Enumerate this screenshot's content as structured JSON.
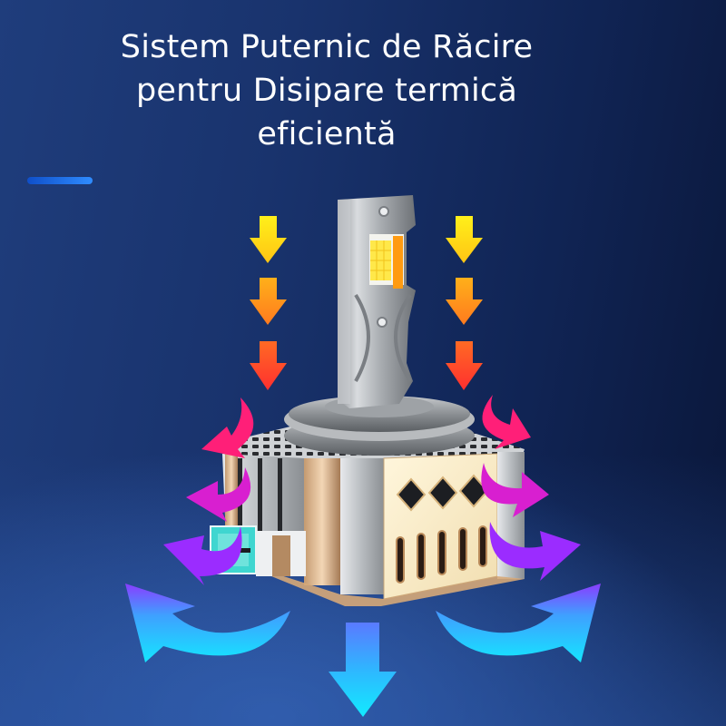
{
  "headline": {
    "lines": [
      "Sistem Puternic de Răcire",
      "pentru Disipare termică",
      "eficientă"
    ]
  },
  "colors": {
    "background_top": "#1f3d7c",
    "background_dark": "#0a1638",
    "background_bottom": "#3562b0",
    "accent_bar": "#2f8cff",
    "hot_arrow_yellow": "#ffe014",
    "hot_arrow_orange": "#ff9a1a",
    "hot_arrow_red": "#ff4a2a",
    "curl_pink": "#ff1f78",
    "curl_magenta": "#d81fd0",
    "curl_purple": "#9b2cff",
    "cool_arrow_cyan": "#12e8ff",
    "led_chip": "#ffe84a",
    "connector_teal": "#3fd6d0"
  },
  "illustration": {
    "subject": "LED headlight bulb with heatsink base",
    "hot_air_arrows_per_side": 3,
    "curled_arrows_per_side": 3,
    "cool_air_arrows": 3
  }
}
